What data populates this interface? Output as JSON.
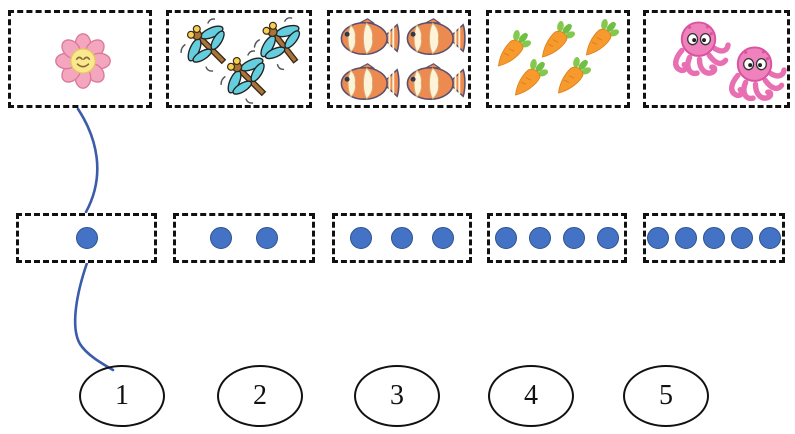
{
  "pictures_row": {
    "boxes": [
      {
        "name": "flowers",
        "item": "flower",
        "icon": "flower-icon",
        "count": 1
      },
      {
        "name": "dragonflies",
        "item": "dragonfly",
        "icon": "dragonfly-icon",
        "count": 3
      },
      {
        "name": "clownfish",
        "item": "fish",
        "icon": "clownfish-icon",
        "count": 4
      },
      {
        "name": "carrots",
        "item": "carrot",
        "icon": "carrot-icon",
        "count": 5
      },
      {
        "name": "octopuses",
        "item": "octopus",
        "icon": "octopus-icon",
        "count": 2
      }
    ]
  },
  "dots_row": {
    "dot_color": "#4472c4",
    "dot_border_color": "#2f528f",
    "boxes": [
      {
        "count": 1
      },
      {
        "count": 2
      },
      {
        "count": 3
      },
      {
        "count": 4
      },
      {
        "count": 5
      }
    ]
  },
  "numbers_row": {
    "ovals": [
      {
        "label": "1"
      },
      {
        "label": "2"
      },
      {
        "label": "3"
      },
      {
        "label": "4"
      },
      {
        "label": "5"
      }
    ]
  },
  "connection": {
    "color": "#3a5ca9",
    "from": "picture-box-flowers",
    "through": "dot-box-1",
    "to": "number-oval-1"
  }
}
